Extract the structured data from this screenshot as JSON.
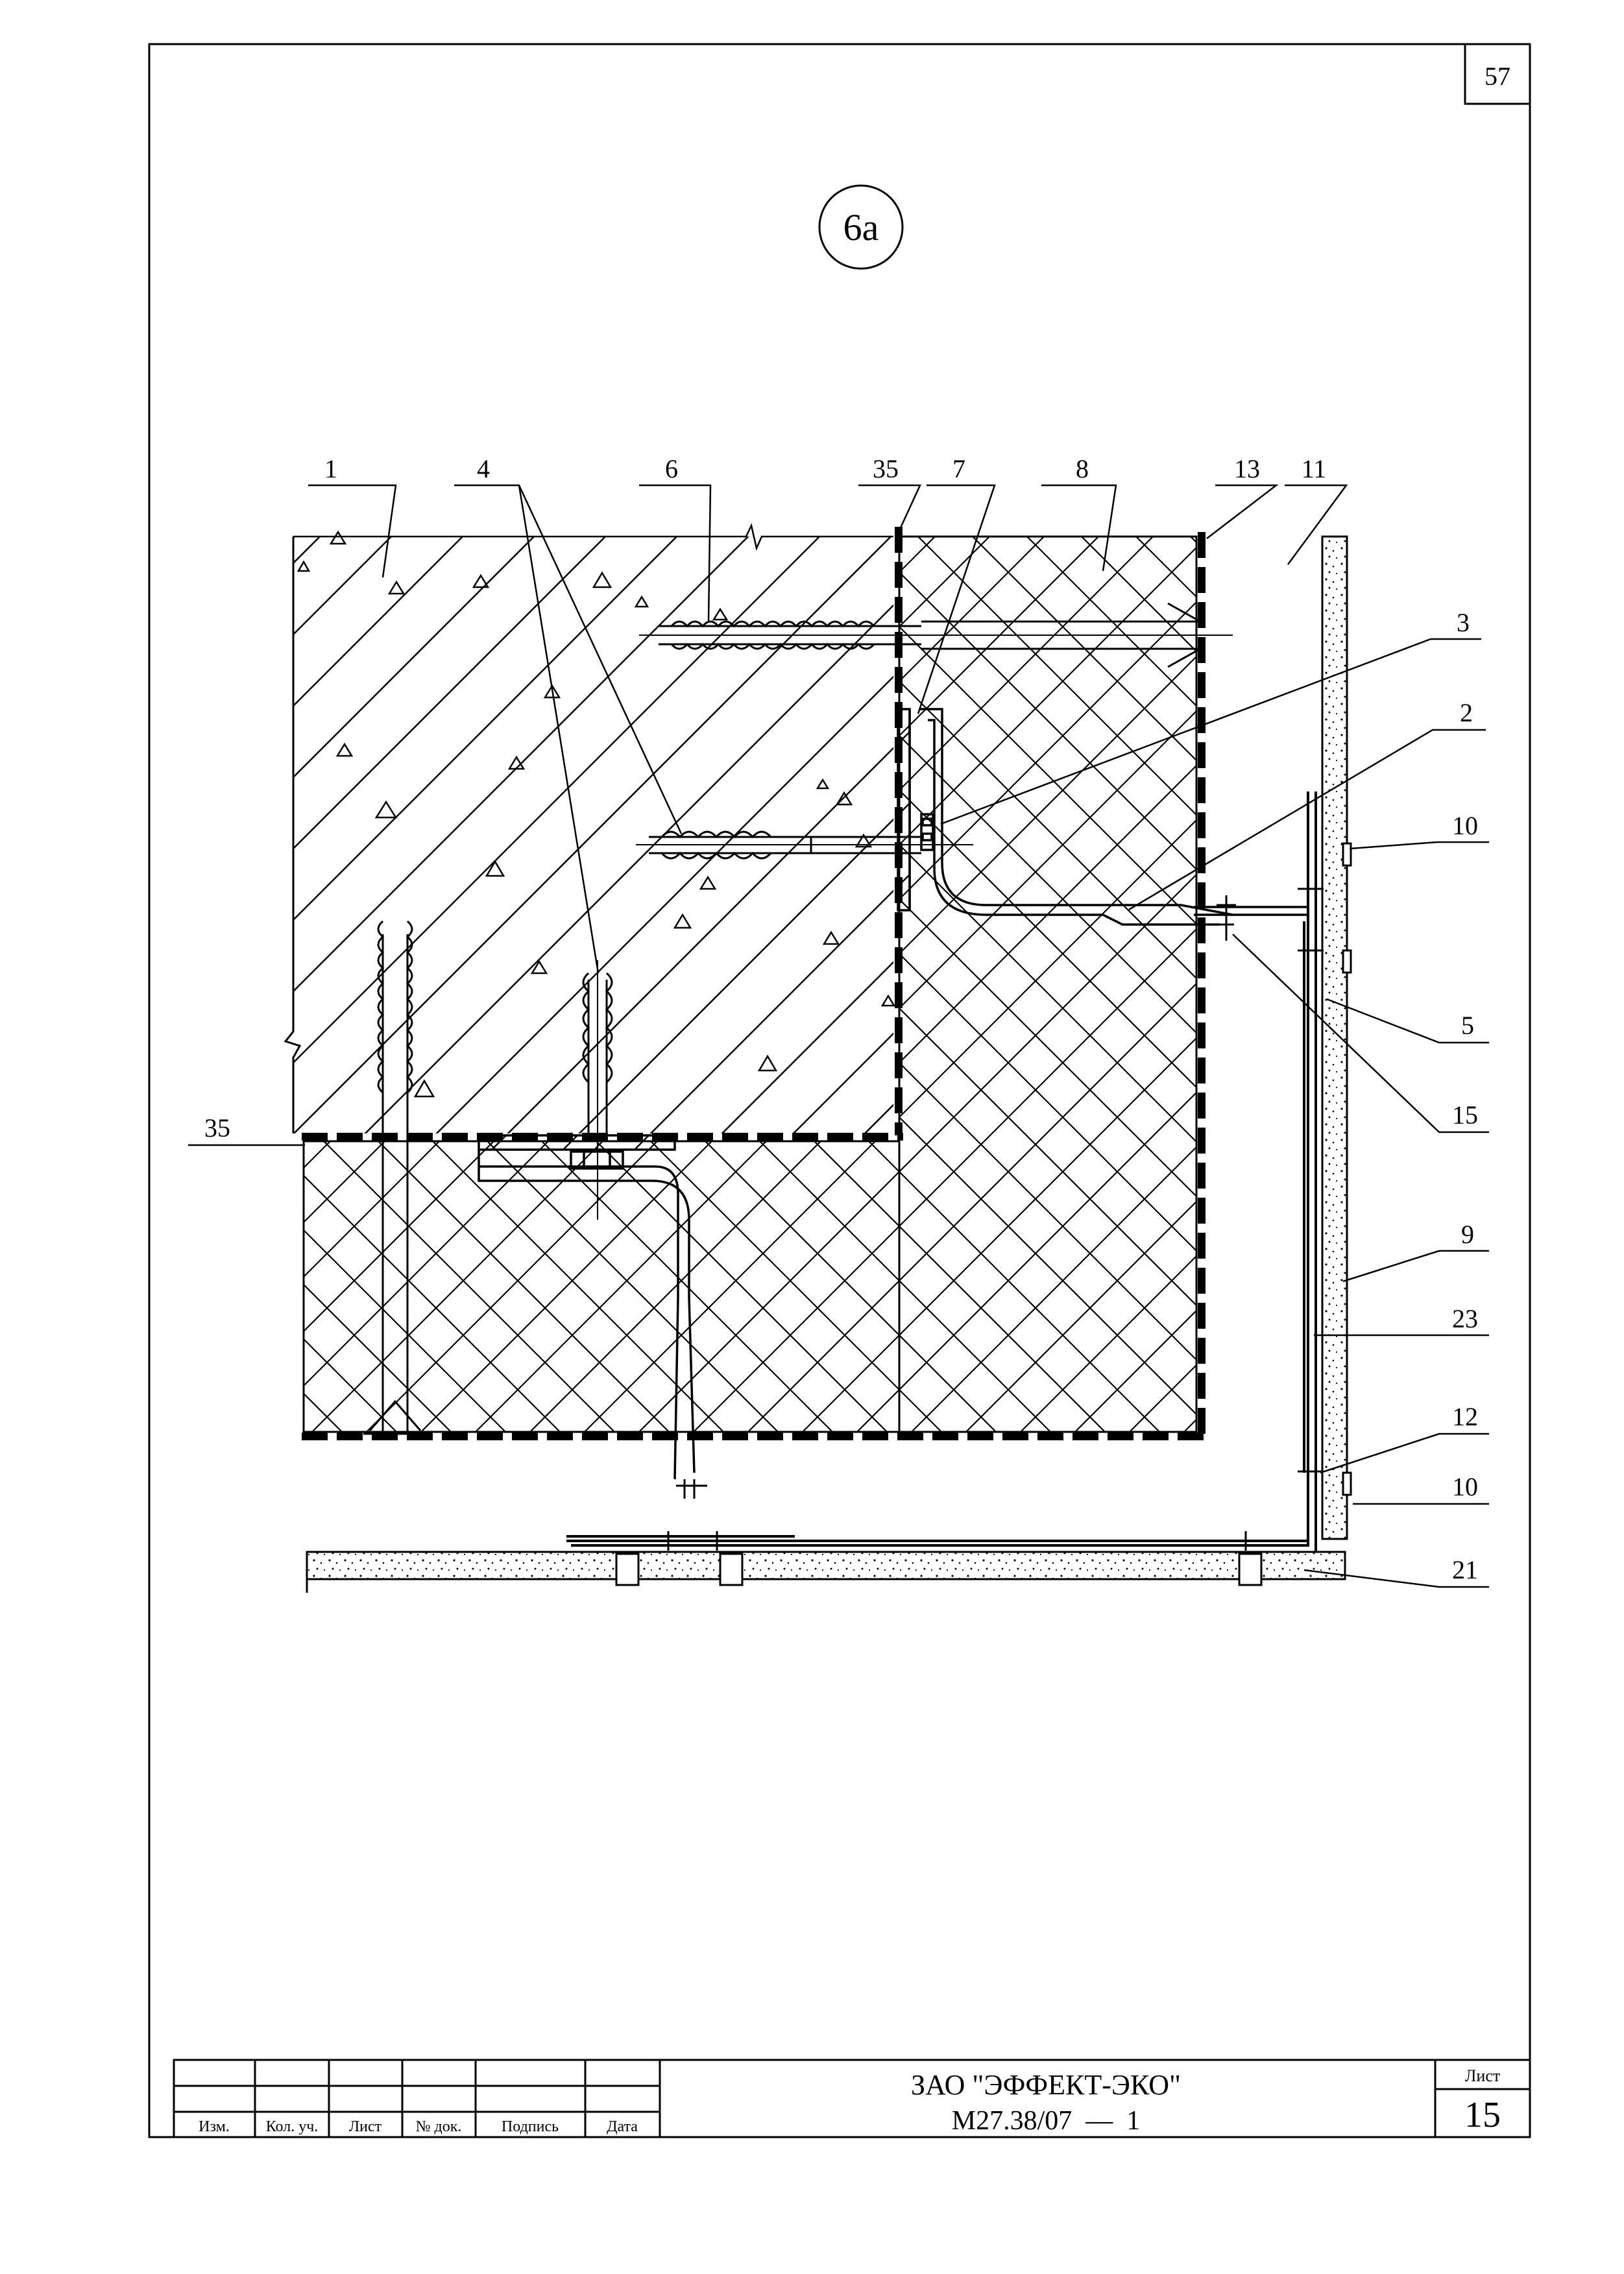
{
  "page_number": "57",
  "detail_marker": "6а",
  "callouts": {
    "c1": "1",
    "c4": "4",
    "c6": "6",
    "c35_top": "35",
    "c7": "7",
    "c8": "8",
    "c13": "13",
    "c11": "11",
    "c3": "3",
    "c2": "2",
    "c10_top": "10",
    "c5": "5",
    "c15": "15",
    "c9": "9",
    "c23": "23",
    "c12": "12",
    "c10_bottom": "10",
    "c21": "21",
    "c35_left": "35"
  },
  "title_block": {
    "company": "ЗАО \"ЭФФЕКТ-ЭКО\"",
    "doc_number": "М27.38/07  —  1",
    "sheet_label": "Лист",
    "sheet_number": "15",
    "columns": [
      "Изм.",
      "Кол. уч.",
      "Лист",
      "№ док.",
      "Подпись",
      "Дата"
    ]
  }
}
